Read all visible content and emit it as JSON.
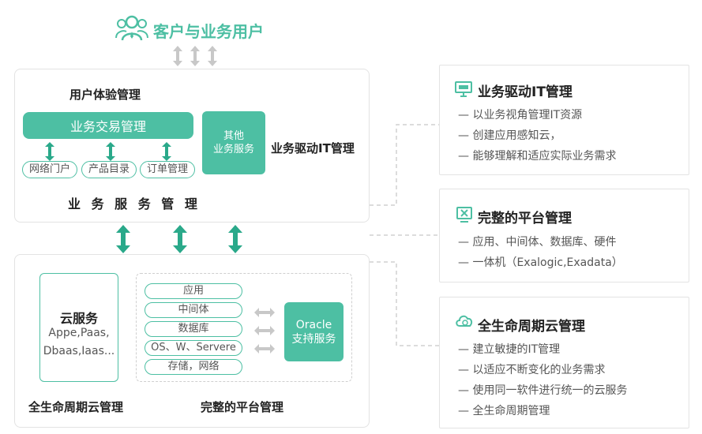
{
  "top": {
    "title": "客户与业务用户",
    "icon": "users-icon"
  },
  "upper_panel": {
    "ux_label": "用户体验管理",
    "transaction_bar": "业务交易管理",
    "pills": [
      "网络门户",
      "产品目录",
      "订单管理"
    ],
    "other_services": "其他\n业务服务",
    "biz_it_label": "业务驱动IT管理",
    "service_mgmt_label": "业 务 服 务 管 理"
  },
  "lower_panel": {
    "cloud_title": "云服务",
    "cloud_lines": [
      "Appe,Paas,",
      "Dbaas,Iaas..."
    ],
    "stack": [
      "应用",
      "中间体",
      "数据库",
      "OS、W、Servere",
      "存储，网络"
    ],
    "oracle": "Oracle\n支持服务",
    "lifecycle_label": "全生命周期云管理",
    "platform_label": "完整的平台管理"
  },
  "side_panels": [
    {
      "title": "业务驱动IT管理",
      "icon": "monitor-icon",
      "items": [
        "— 以业务视角管理IT资源",
        "— 创建应用感知云，",
        "— 能够理解和适应实际业务需求"
      ]
    },
    {
      "title": "完整的平台管理",
      "icon": "screen-x-icon",
      "items": [
        "— 应用、中间体、数据库、硬件",
        "— 一体机（Exalogic,Exadata）"
      ]
    },
    {
      "title": "全生命周期云管理",
      "icon": "cloud-gear-icon",
      "items": [
        "— 建立敏捷的IT管理",
        "— 以适应不断变化的业务需求",
        "— 使用同一软件进行统一的云服务",
        "— 全生命周期管理"
      ]
    }
  ],
  "colors": {
    "accent": "#4dbfa3",
    "arrow_gray": "#c8c8c8",
    "text": "#333333"
  }
}
